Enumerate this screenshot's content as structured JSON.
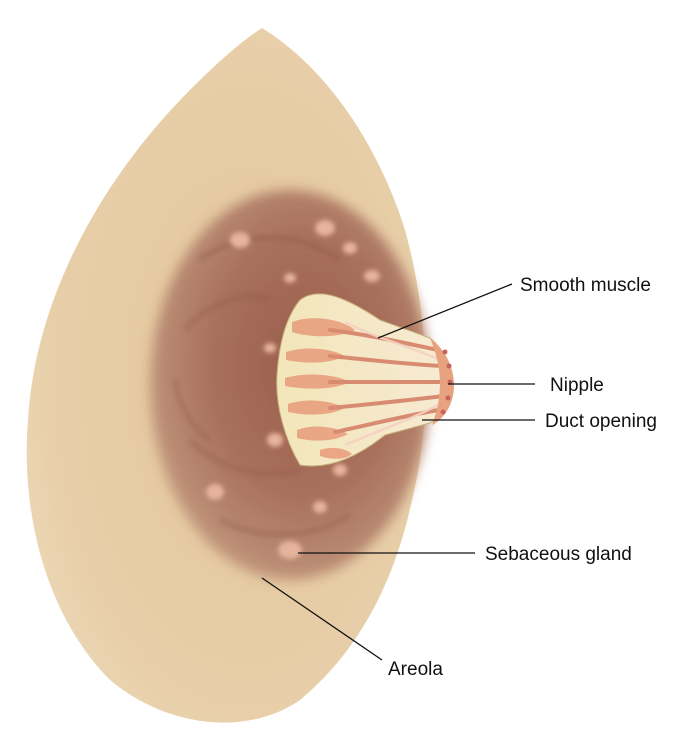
{
  "figure": {
    "labels": {
      "smooth_muscle": "Smooth muscle",
      "nipple": "Nipple",
      "duct_opening": "Duct opening",
      "sebaceous_gland": "Sebaceous gland",
      "areola": "Areola"
    }
  }
}
